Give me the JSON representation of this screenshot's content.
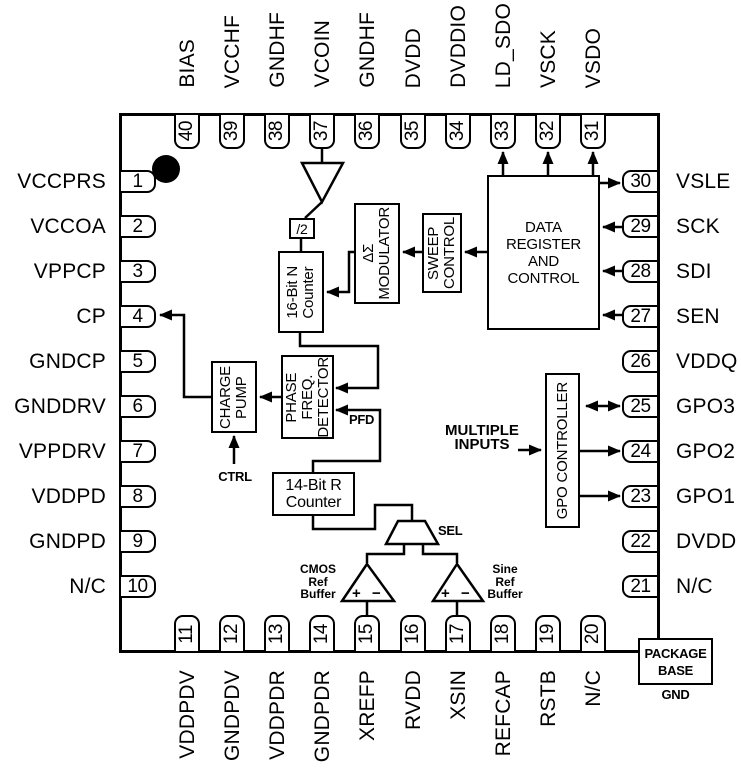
{
  "colors": {
    "ink": "#000000",
    "bg": "#ffffff"
  },
  "pins": {
    "top": [
      {
        "num": "40",
        "name": "BIAS"
      },
      {
        "num": "39",
        "name": "VCCHF"
      },
      {
        "num": "38",
        "name": "GNDHF"
      },
      {
        "num": "37",
        "name": "VCOIN"
      },
      {
        "num": "36",
        "name": "GNDHF"
      },
      {
        "num": "35",
        "name": "DVDD"
      },
      {
        "num": "34",
        "name": "DVDDIO"
      },
      {
        "num": "33",
        "name": "LD_SDO"
      },
      {
        "num": "32",
        "name": "VSCK"
      },
      {
        "num": "31",
        "name": "VSDO"
      }
    ],
    "left": [
      {
        "num": "1",
        "name": "VCCPRS"
      },
      {
        "num": "2",
        "name": "VCCOA"
      },
      {
        "num": "3",
        "name": "VPPCP"
      },
      {
        "num": "4",
        "name": "CP"
      },
      {
        "num": "5",
        "name": "GNDCP"
      },
      {
        "num": "6",
        "name": "GNDDRV"
      },
      {
        "num": "7",
        "name": "VPPDRV"
      },
      {
        "num": "8",
        "name": "VDDPD"
      },
      {
        "num": "9",
        "name": "GNDPD"
      },
      {
        "num": "10",
        "name": "N/C"
      }
    ],
    "right": [
      {
        "num": "30",
        "name": "VSLE"
      },
      {
        "num": "29",
        "name": "SCK"
      },
      {
        "num": "28",
        "name": "SDI"
      },
      {
        "num": "27",
        "name": "SEN"
      },
      {
        "num": "26",
        "name": "VDDQ"
      },
      {
        "num": "25",
        "name": "GPO3"
      },
      {
        "num": "24",
        "name": "GPO2"
      },
      {
        "num": "23",
        "name": "GPO1"
      },
      {
        "num": "22",
        "name": "DVDD"
      },
      {
        "num": "21",
        "name": "N/C"
      }
    ],
    "bottom": [
      {
        "num": "11",
        "name": "VDDPDV"
      },
      {
        "num": "12",
        "name": "GNDPDV"
      },
      {
        "num": "13",
        "name": "VDDPDR"
      },
      {
        "num": "14",
        "name": "GNDPDR"
      },
      {
        "num": "15",
        "name": "XREFP"
      },
      {
        "num": "16",
        "name": "RVDD"
      },
      {
        "num": "17",
        "name": "XSIN"
      },
      {
        "num": "18",
        "name": "REFCAP"
      },
      {
        "num": "19",
        "name": "RSTB"
      },
      {
        "num": "20",
        "name": "N/C"
      }
    ]
  },
  "blocks": {
    "div2": "/2",
    "n_counter": [
      "16-Bit N",
      "Counter"
    ],
    "modulator": [
      "ΔΣ",
      "MODULATOR"
    ],
    "sweep": [
      "SWEEP",
      "CONTROL"
    ],
    "data_register": [
      "DATA",
      "REGISTER",
      "AND",
      "CONTROL"
    ],
    "charge_pump": [
      "CHARGE",
      "PUMP"
    ],
    "pfd": [
      "PHASE",
      "FREQ.",
      "DETECTOR"
    ],
    "r_counter": [
      "14-Bit R",
      "Counter"
    ],
    "gpo": "GPO CONTROLLER",
    "package_base": [
      "PACKAGE",
      "BASE"
    ],
    "package_base_gnd": "GND"
  },
  "annotations": {
    "ctrl": "CTRL",
    "pfd_signal": "PFD",
    "sel": "SEL",
    "multiple_inputs": [
      "MULTIPLE",
      "INPUTS"
    ],
    "cmos_buffer": [
      "CMOS",
      "Ref",
      "Buffer"
    ],
    "sine_buffer": [
      "Sine",
      "Ref",
      "Buffer"
    ],
    "plus": "+",
    "minus": "−"
  }
}
